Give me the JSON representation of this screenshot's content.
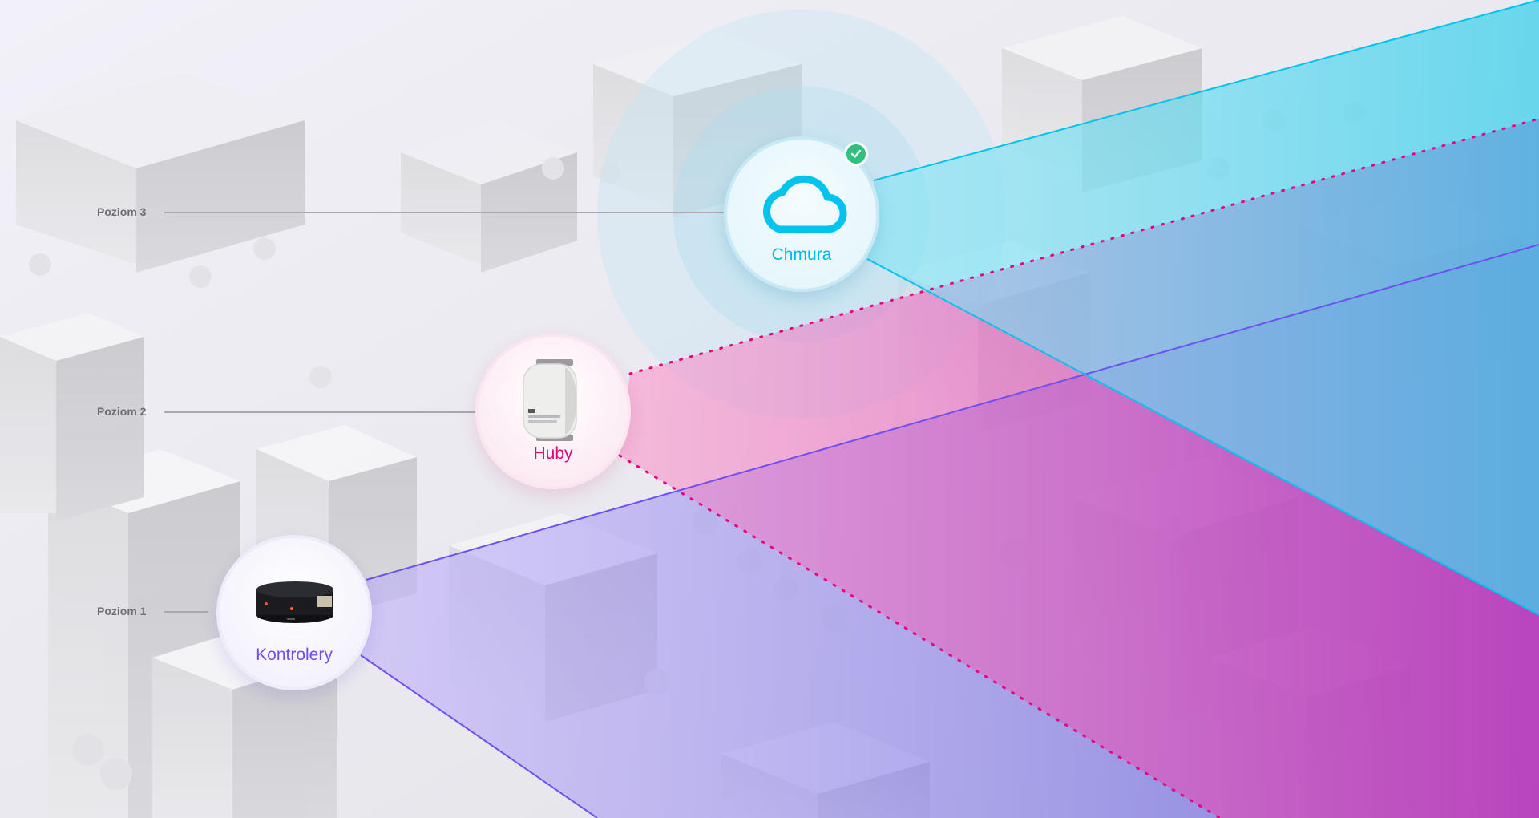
{
  "diagram": {
    "levels": [
      {
        "label": "Poziom 3",
        "node": "Chmura",
        "color": "#00c4ef",
        "icon": "cloud-icon",
        "status": "ok"
      },
      {
        "label": "Poziom 2",
        "node": "Huby",
        "color": "#e6007e",
        "icon": "hub-device-icon"
      },
      {
        "label": "Poziom 1",
        "node": "Kontrolery",
        "color": "#6f4ff2",
        "icon": "controller-device-icon"
      }
    ],
    "status_badge_icon": "check-icon",
    "colors": {
      "cloud_band": "#5fd7f0",
      "hub_band": "#d94fc2",
      "controller_band": "#b8a6f8",
      "status_ok": "#2fbf7e",
      "label_text": "#6d6d72"
    }
  }
}
